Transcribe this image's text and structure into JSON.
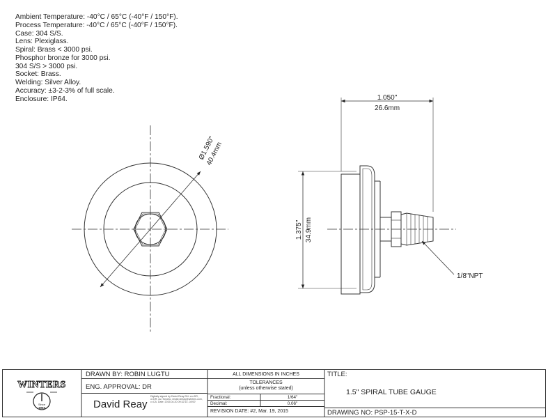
{
  "specs": [
    "Ambient Temperature: -40°C / 65°C (-40°F / 150°F).",
    "Process Temperature: -40°C / 65°C  (-40°F / 150°F).",
    "Case: 304 S/S.",
    "Lens: Plexiglass.",
    "Spiral: Brass < 3000 psi.",
    "Phosphor bronze for 3000 psi.",
    "304 S/S > 3000 psi.",
    "Socket: Brass.",
    "Welding: Silver Alloy.",
    "Accuracy: ±3-2-3% of full scale.",
    "Enclosure: IP64."
  ],
  "dimensions": {
    "diameter_in": "Ø1.590\"",
    "diameter_mm": "40.4mm",
    "depth_in": "1.050\"",
    "depth_mm": "26.6mm",
    "height_in": "1.375\"",
    "height_mm": "34.9mm",
    "thread": "1/8\"NPT"
  },
  "title_block": {
    "logo_text": "WINTERS",
    "logo_since": "Since",
    "logo_year": "1953",
    "drawn_by": "DRAWN BY: ROBIN LUGTU",
    "eng_approval": "ENG. APPROVAL: DR",
    "signature": "David Reay",
    "signature_fine": "Digitally signed by David Reay DN: cn=DR, o=DR, ou=Toronto, email=dreay@winters.com, c=CA. Date: 2015.04.20 09:32:14 -04'00'",
    "all_dims": "ALL DIMENSIONS IN INCHES",
    "tolerances": "TOLERANCES",
    "tolerances_sub": "(unless otherwise stated)",
    "fractional_label": "Fractional:",
    "fractional_value": "1/64\"",
    "decimal_label": "Decimal:",
    "decimal_value": "0.06\"",
    "revision": "REVISION DATE: #2, Mar. 19, 2015",
    "title_label": "TITLE:",
    "title": "1.5\" SPIRAL TUBE GAUGE",
    "drawing_no": "DRAWING NO: PSP-15-T-X-D"
  }
}
